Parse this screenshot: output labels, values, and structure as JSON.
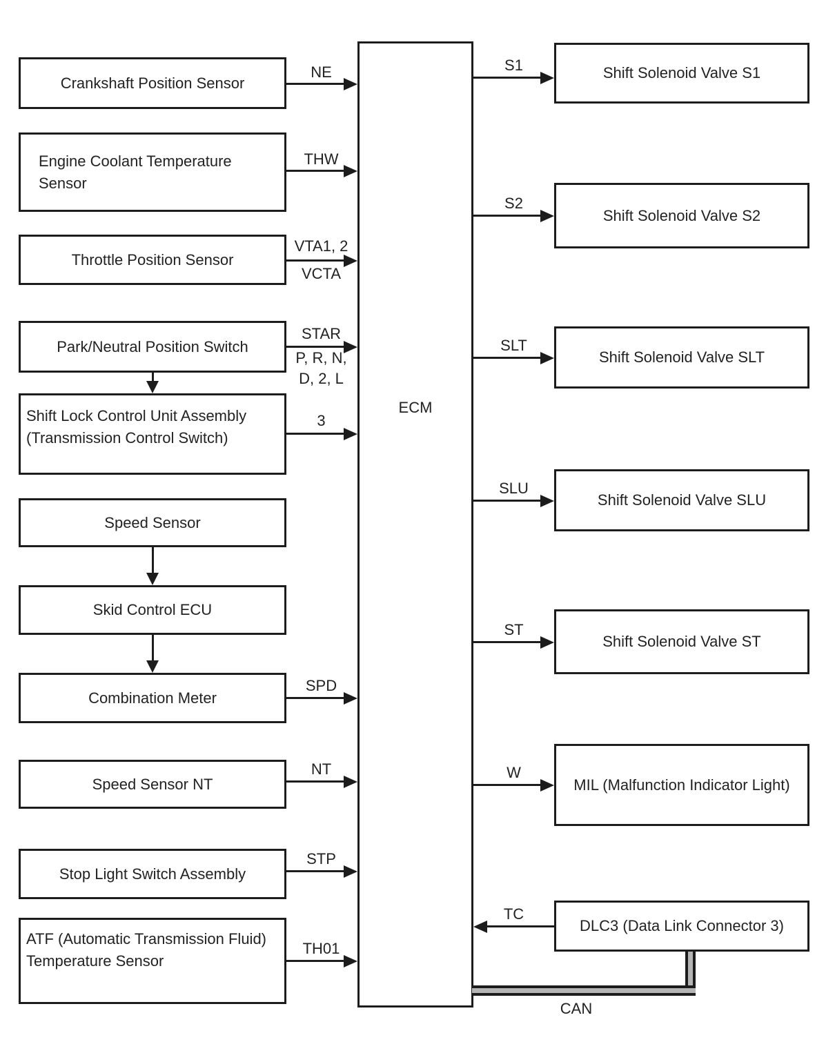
{
  "ecm": {
    "label": "ECM"
  },
  "inputs": [
    {
      "label": "Crankshaft Position Sensor",
      "signal": "NE"
    },
    {
      "label": "Engine Coolant Temperature Sensor",
      "signal": "THW"
    },
    {
      "label": "Throttle Position Sensor",
      "signal_above": "VTA1, 2",
      "signal_below": "VCTA"
    },
    {
      "label": "Park/Neutral Position Switch",
      "signal_above": "STAR",
      "signal_below_line1": "P, R, N,",
      "signal_below_line2": "D, 2, L"
    },
    {
      "label": "Shift Lock Control Unit Assembly (Transmission Control Switch)",
      "signal": "3"
    },
    {
      "label": "Speed Sensor"
    },
    {
      "label": "Skid Control ECU"
    },
    {
      "label": "Combination Meter",
      "signal": "SPD"
    },
    {
      "label": "Speed Sensor NT",
      "signal": "NT"
    },
    {
      "label": "Stop Light Switch Assembly",
      "signal": "STP"
    },
    {
      "label": "ATF (Automatic Transmission Fluid) Temperature Sensor",
      "signal": "TH01"
    }
  ],
  "outputs": [
    {
      "label": "Shift Solenoid Valve S1",
      "signal": "S1"
    },
    {
      "label": "Shift Solenoid Valve S2",
      "signal": "S2"
    },
    {
      "label": "Shift Solenoid Valve SLT",
      "signal": "SLT"
    },
    {
      "label": "Shift Solenoid Valve SLU",
      "signal": "SLU"
    },
    {
      "label": "Shift Solenoid Valve ST",
      "signal": "ST"
    },
    {
      "label": "MIL (Malfunction Indicator Light)",
      "signal": "W"
    },
    {
      "label": "DLC3 (Data Link Connector 3)",
      "signal": "TC"
    }
  ],
  "bus": {
    "label": "CAN"
  }
}
